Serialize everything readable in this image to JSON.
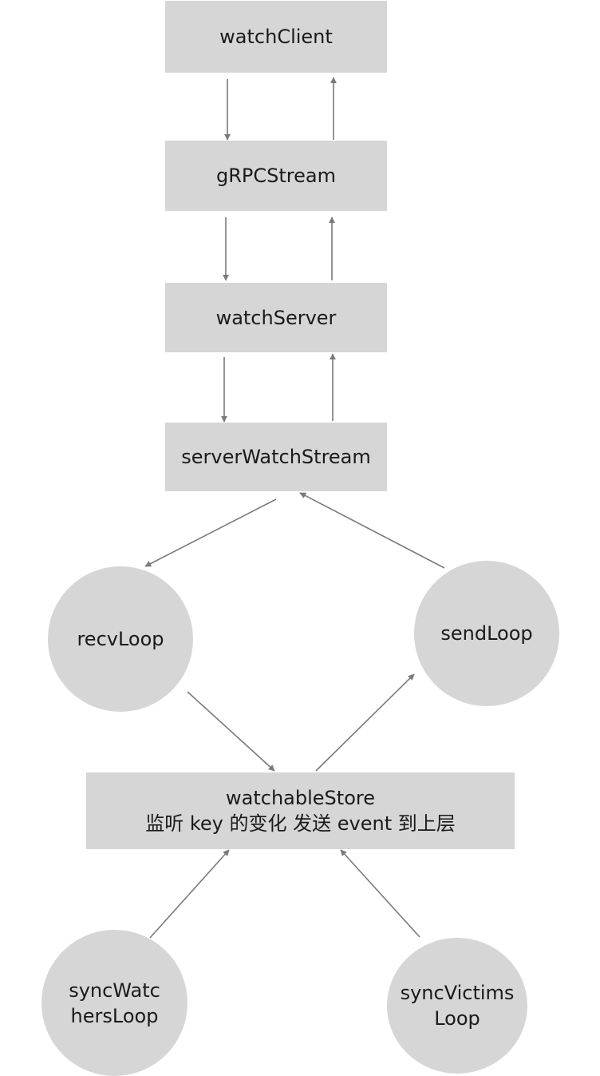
{
  "nodes": {
    "watch_client": "watchClient",
    "grpc_stream": "gRPCStream",
    "watch_server": "watchServer",
    "server_watch_stream": "serverWatchStream",
    "recv_loop": "recvLoop",
    "send_loop": "sendLoop",
    "watchable_store": {
      "line1": "watchableStore",
      "line2": "监听 key 的变化 发送 event 到上层"
    },
    "sync_watchers_loop": {
      "line1": "syncWatc",
      "line2": "hersLoop"
    },
    "sync_victims_loop": {
      "line1": "syncVictims",
      "line2": "Loop"
    }
  },
  "colors": {
    "node_fill": "#d6d6d6",
    "arrow": "#7a7a7a",
    "text": "#1a1a1a",
    "background": "#ffffff"
  }
}
